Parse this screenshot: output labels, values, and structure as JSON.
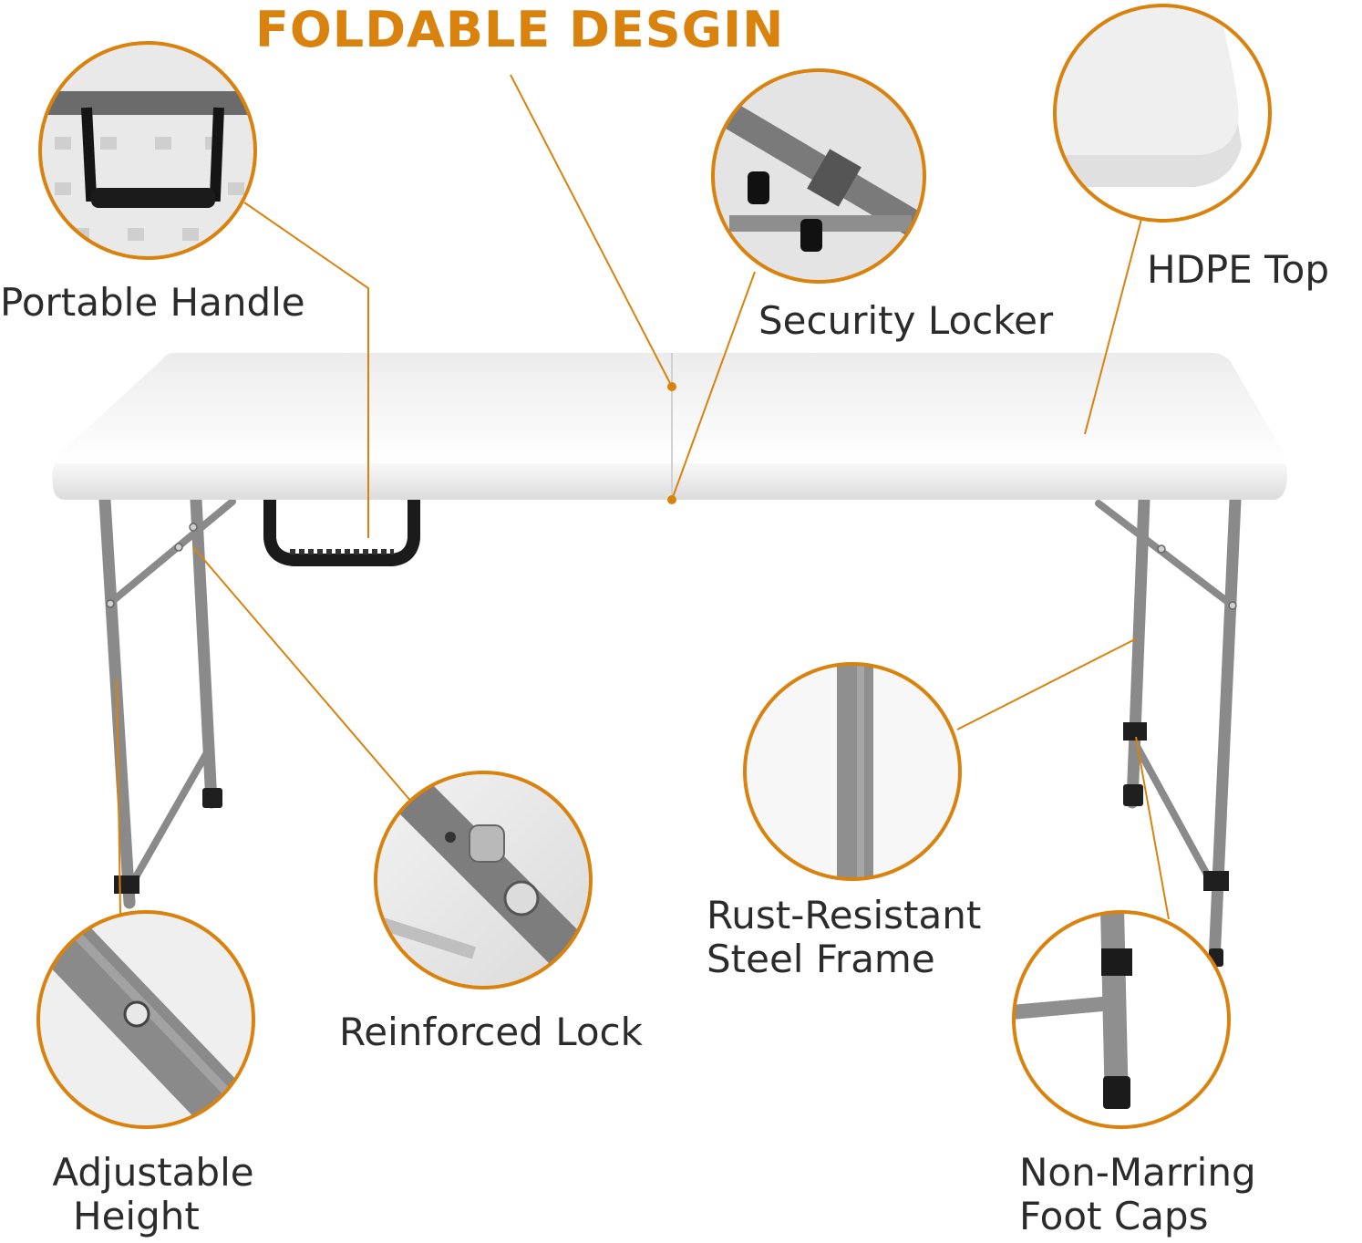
{
  "title": "FOLDABLE DESGIN",
  "colors": {
    "accent": "#d9820e",
    "text": "#2b2b2b",
    "table_top": "#f4f4f4",
    "frame": "#8a8a8a",
    "handle": "#1b1b1b"
  },
  "callouts": {
    "portable_handle": "Portable Handle",
    "security_locker": "Security Locker",
    "hdpe_top": "HDPE Top",
    "rust_resistant": {
      "line1": "Rust-Resistant",
      "line2": "Steel Frame"
    },
    "reinforced_lock": "Reinforced Lock",
    "adjustable_height": {
      "line1": "Adjustable",
      "line2": "Height"
    },
    "non_marring": {
      "line1": "Non-Marring",
      "line2": "Foot Caps"
    }
  }
}
